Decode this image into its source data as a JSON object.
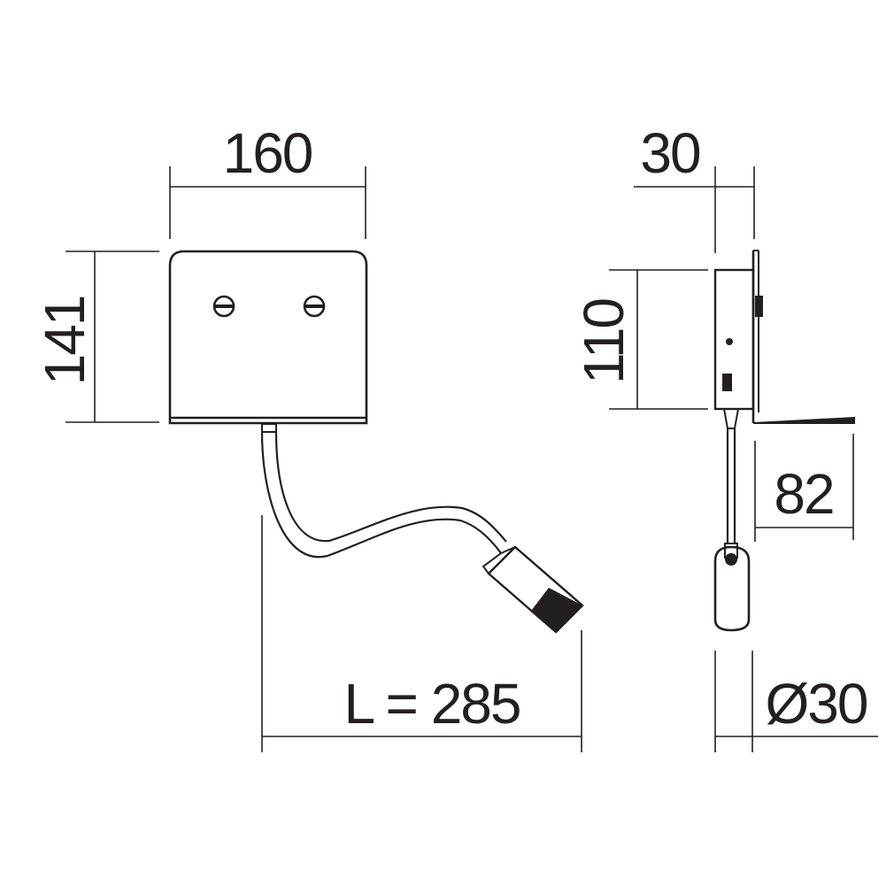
{
  "dimensions": {
    "width_front": "160",
    "height_front": "141",
    "arm_length": "L = 285",
    "depth_side": "30",
    "plate_height_side": "110",
    "arm_drop_side": "82",
    "head_diameter": "Ø30"
  },
  "colors": {
    "line": "#231f20",
    "background": "#ffffff"
  }
}
